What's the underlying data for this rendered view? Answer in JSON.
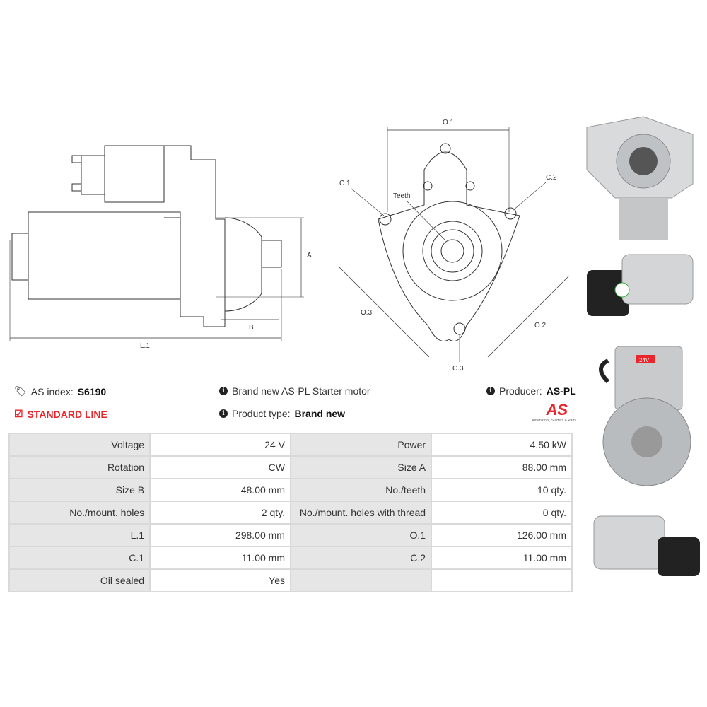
{
  "drawing_labels": {
    "a": "A",
    "b": "B",
    "l1": "L.1",
    "o1": "O.1",
    "o2": "O.2",
    "o3": "O.3",
    "c1": "C.1",
    "c2": "C.2",
    "c3": "C.3",
    "teeth": "Teeth"
  },
  "info": {
    "as_index_label": "AS index:",
    "as_index_value": "S6190",
    "line": "STANDARD LINE",
    "description": "Brand new AS-PL Starter motor",
    "product_type_label": "Product type:",
    "product_type_value": "Brand new",
    "producer_label": "Producer:",
    "producer_value": "AS-PL",
    "logo_text": "AS",
    "logo_tagline": "Alternators, Starters & Parts"
  },
  "photo_badge": "24V",
  "specs": [
    [
      "Voltage",
      "24 V",
      "Power",
      "4.50 kW"
    ],
    [
      "Rotation",
      "CW",
      "Size A",
      "88.00 mm"
    ],
    [
      "Size B",
      "48.00 mm",
      "No./teeth",
      "10 qty."
    ],
    [
      "No./mount. holes",
      "2 qty.",
      "No./mount. holes with thread",
      "0 qty."
    ],
    [
      "L.1",
      "298.00 mm",
      "O.1",
      "126.00 mm"
    ],
    [
      "C.1",
      "11.00 mm",
      "C.2",
      "11.00 mm"
    ],
    [
      "Oil sealed",
      "Yes",
      "",
      ""
    ]
  ],
  "colors": {
    "accent": "#e8262b",
    "label_bg": "#e6e6e6",
    "border": "#d9d9d9"
  }
}
